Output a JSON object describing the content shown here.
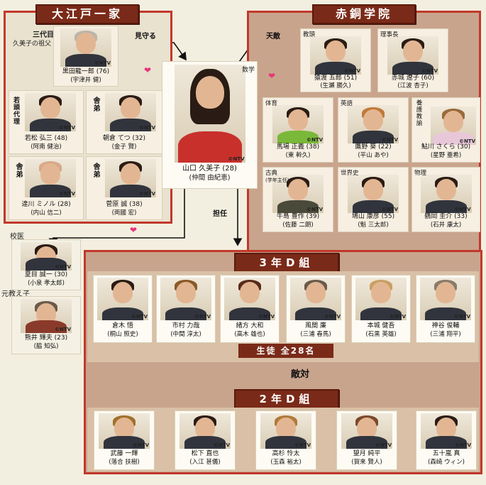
{
  "groups": {
    "ooe": {
      "title": "大江戸一家"
    },
    "akadou": {
      "title": "赤銅学院"
    },
    "class3d": {
      "title": "3年D組",
      "count": "生徒 全28名"
    },
    "class2d": {
      "title": "2年D組"
    }
  },
  "relations": {
    "mimamoru": "見守る",
    "tenteki": "天敵",
    "tannin": "担任",
    "tekitai": "敵対"
  },
  "center": {
    "role": "数学",
    "name": "山口 久美子 (28)",
    "actor": "(仲間 由紀恵)"
  },
  "ooe_members": [
    {
      "role": "三代目",
      "role2": "久美子の祖父",
      "name": "黒田龍一郎 (76)",
      "actor": "(宇津井 健)"
    },
    {
      "role": "若頭代理",
      "name": "若松 弘三 (48)",
      "actor": "(阿南 健治)"
    },
    {
      "role": "舎弟",
      "name": "朝倉 てつ (32)",
      "actor": "(金子 賢)"
    },
    {
      "role": "舎弟",
      "name": "達川 ミノル (28)",
      "actor": "(内山 信二)"
    },
    {
      "role": "舎弟",
      "name": "菅原 誠 (38)",
      "actor": "(両國 宏)"
    }
  ],
  "outside": [
    {
      "role": "校医",
      "name": "夏目 誠一 (30)",
      "actor": "(小泉 孝太郎)"
    },
    {
      "role": "元教え子",
      "name": "熊井 輝夫 (23)",
      "actor": "(脇 知弘)"
    }
  ],
  "staff": [
    {
      "role": "教頭",
      "name": "猿渡 五郎 (51)",
      "actor": "(生瀬 勝久)"
    },
    {
      "role": "理事長",
      "name": "赤城 遼子 (60)",
      "actor": "(江波 杏子)"
    },
    {
      "role": "体育",
      "name": "馬場 正義 (38)",
      "actor": "(東 幹久)"
    },
    {
      "role": "英語",
      "name": "鷹野 葵 (22)",
      "actor": "(平山 あや)"
    },
    {
      "role": "養護教諭",
      "name": "鮎川 さくら (30)",
      "actor": "(星野 亜希)"
    },
    {
      "role": "古典",
      "role2": "(学年主任)",
      "name": "牛島 豊作 (39)",
      "actor": "(佐藤 二朗)"
    },
    {
      "role": "世界史",
      "name": "鳩山 康彦 (55)",
      "actor": "(魁 三太郎)"
    },
    {
      "role": "物理",
      "name": "鶴岡 圭介 (33)",
      "actor": "(石井 康太)"
    }
  ],
  "class3d_students": [
    {
      "name": "倉木 悟",
      "actor": "(桐山 照史)"
    },
    {
      "name": "市村 力哉",
      "actor": "(中間 淳太)"
    },
    {
      "name": "緒方 大和",
      "actor": "(高木 雄也)"
    },
    {
      "name": "風間 廉",
      "actor": "(三浦 春馬)"
    },
    {
      "name": "本城 健吾",
      "actor": "(石黒 英雄)"
    },
    {
      "name": "神谷 俊輔",
      "actor": "(三浦 翔平)"
    }
  ],
  "class2d_students": [
    {
      "name": "武藤 一輝",
      "actor": "(落合 扶樹)"
    },
    {
      "name": "松下 直也",
      "actor": "(入江 甚儀)"
    },
    {
      "name": "高杉 怜太",
      "actor": "(玉森 裕太)"
    },
    {
      "name": "望月 純平",
      "actor": "(賀来 賢人)"
    },
    {
      "name": "五十嵐 真",
      "actor": "(森崎 ウィン)"
    }
  ],
  "watermark": "©NTV",
  "colors": {
    "frame": "#c0392b",
    "band": "#7a2a18",
    "heart": "#e8357a",
    "panel": "#c9a48c"
  },
  "icons": {
    "heart": "heart-icon",
    "double_arrow": "double-arrow-icon"
  }
}
